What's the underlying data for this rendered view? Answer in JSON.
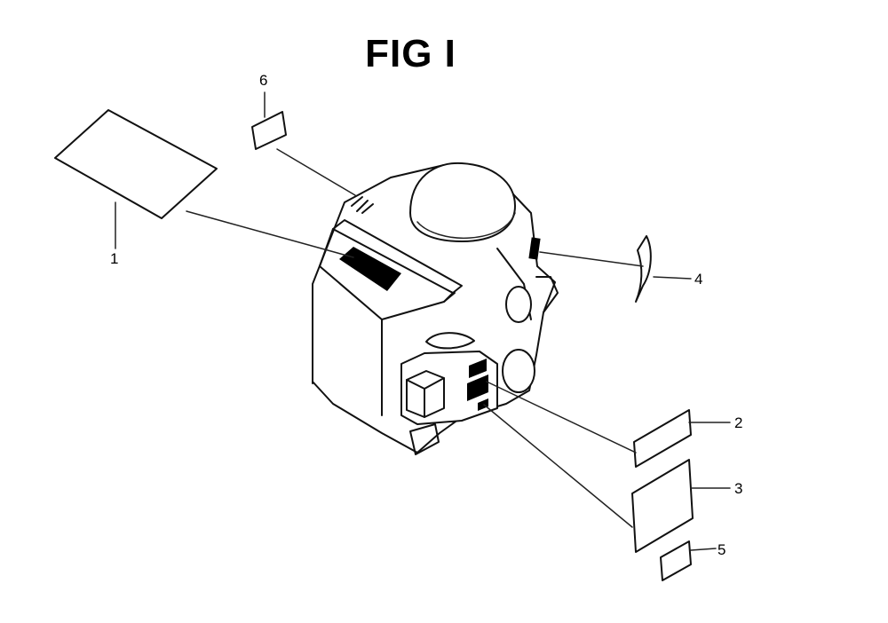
{
  "figure": {
    "title": "FIG I"
  },
  "callouts": [
    {
      "id": "1",
      "label": "1"
    },
    {
      "id": "2",
      "label": "2"
    },
    {
      "id": "3",
      "label": "3"
    },
    {
      "id": "4",
      "label": "4"
    },
    {
      "id": "5",
      "label": "5"
    },
    {
      "id": "6",
      "label": "6"
    }
  ],
  "colors": {
    "line": "#111111",
    "background": "#ffffff",
    "decal": "#000000"
  }
}
